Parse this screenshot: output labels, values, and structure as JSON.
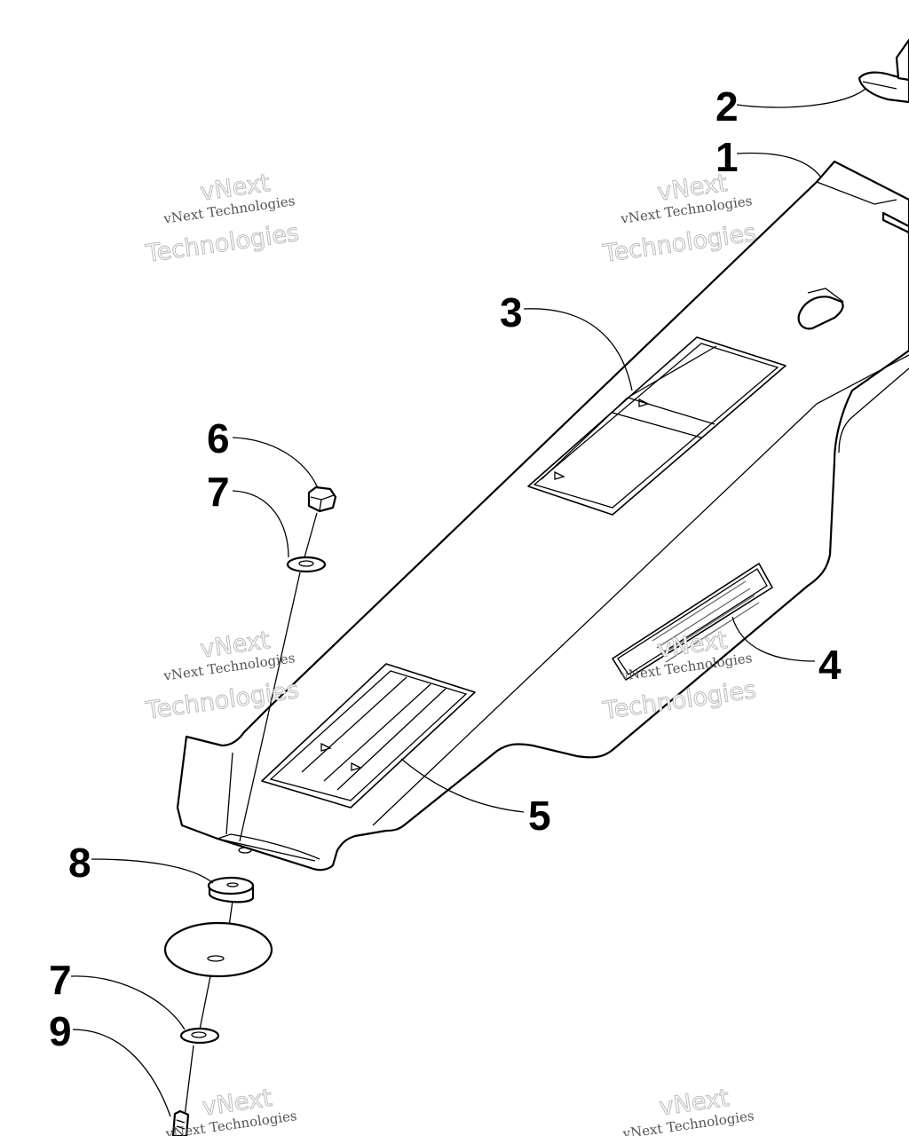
{
  "diagram": {
    "callouts": [
      {
        "id": "c1",
        "number": "1"
      },
      {
        "id": "c2",
        "number": "2"
      },
      {
        "id": "c3",
        "number": "3"
      },
      {
        "id": "c4",
        "number": "4"
      },
      {
        "id": "c5",
        "number": "5"
      },
      {
        "id": "c6",
        "number": "6"
      },
      {
        "id": "c7a",
        "number": "7"
      },
      {
        "id": "c7b",
        "number": "7"
      },
      {
        "id": "c8",
        "number": "8"
      },
      {
        "id": "c9",
        "number": "9"
      }
    ],
    "watermark": {
      "company": "vNext Technologies",
      "brand_top": "vNext",
      "brand_bottom": "Technologies"
    }
  }
}
